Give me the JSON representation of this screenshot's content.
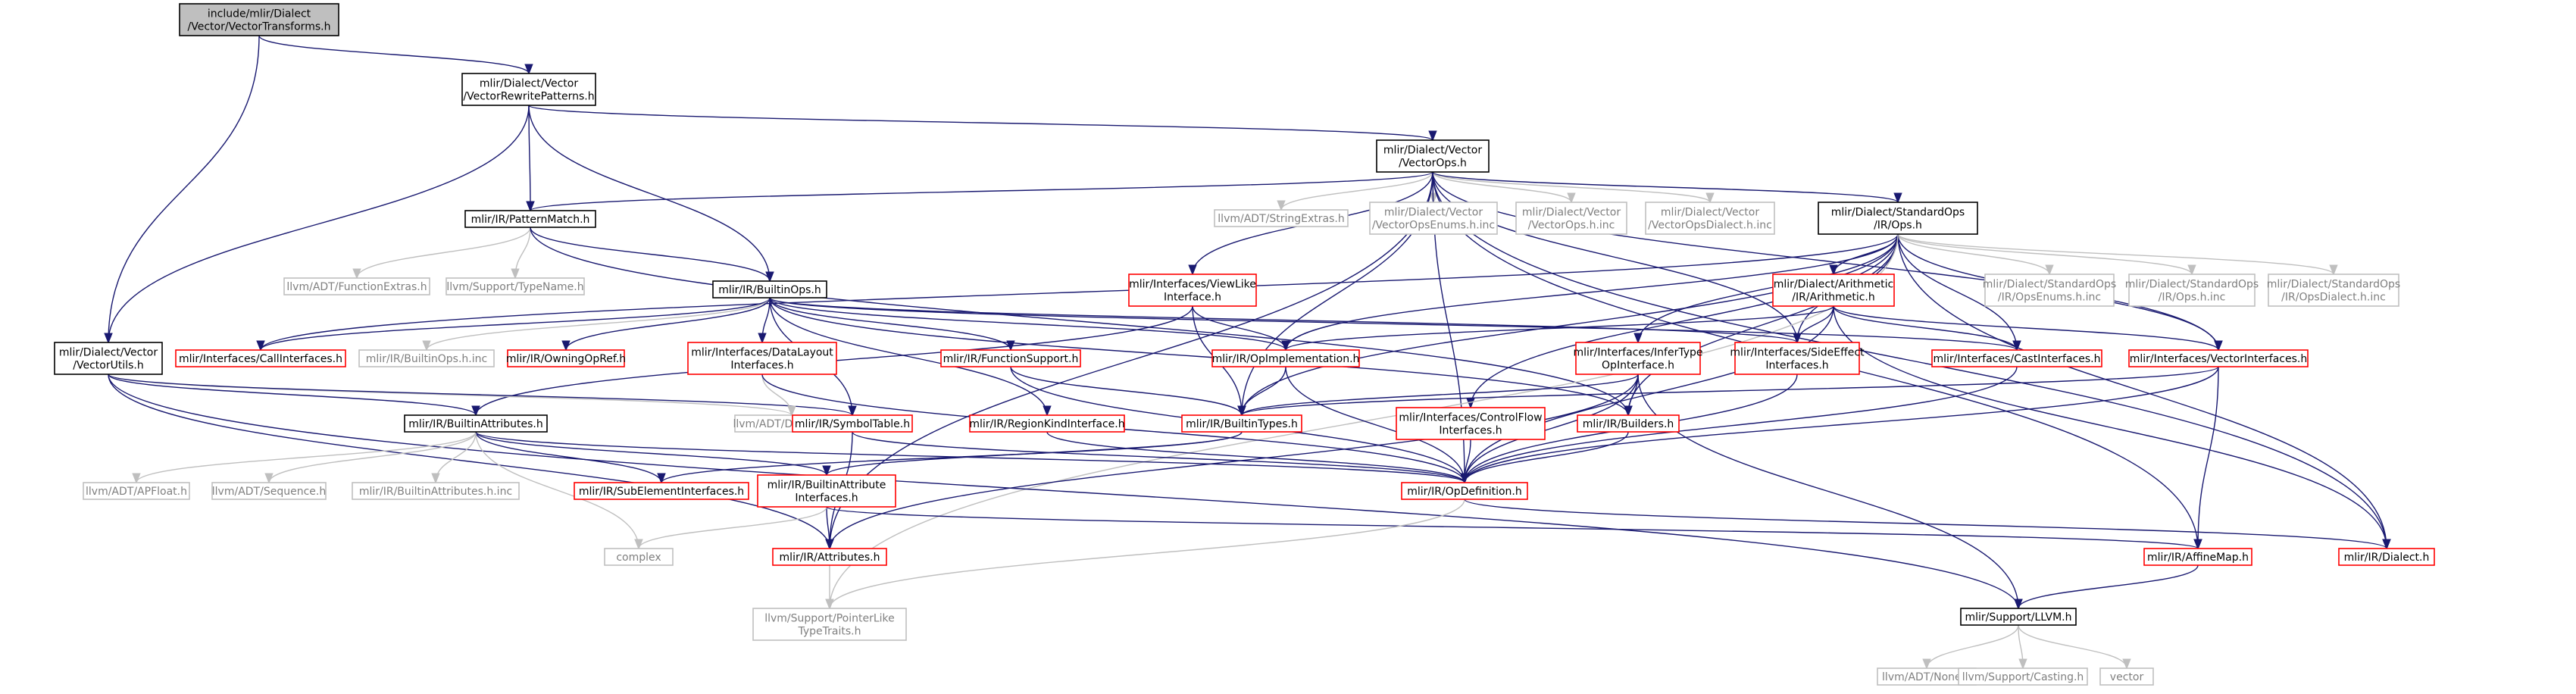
{
  "diagram": {
    "type": "include-dependency-graph",
    "nodes": [
      {
        "id": "root",
        "lines": [
          "include/mlir/Dialect",
          "/Vector/VectorTransforms.h"
        ],
        "style": "root"
      },
      {
        "id": "rewrite",
        "lines": [
          "mlir/Dialect/Vector",
          "/VectorRewritePatterns.h"
        ],
        "style": "black"
      },
      {
        "id": "vectorops",
        "lines": [
          "mlir/Dialect/Vector",
          "/VectorOps.h"
        ],
        "style": "black"
      },
      {
        "id": "patternmatch",
        "lines": [
          "mlir/IR/PatternMatch.h"
        ],
        "style": "black"
      },
      {
        "id": "stringextras",
        "lines": [
          "llvm/ADT/StringExtras.h"
        ],
        "style": "gray"
      },
      {
        "id": "vopsenums",
        "lines": [
          "mlir/Dialect/Vector",
          "/VectorOpsEnums.h.inc"
        ],
        "style": "gray"
      },
      {
        "id": "vopshinc",
        "lines": [
          "mlir/Dialect/Vector",
          "/VectorOps.h.inc"
        ],
        "style": "gray"
      },
      {
        "id": "vopsdialect",
        "lines": [
          "mlir/Dialect/Vector",
          "/VectorOpsDialect.h.inc"
        ],
        "style": "gray"
      },
      {
        "id": "stdops",
        "lines": [
          "mlir/Dialect/StandardOps",
          "/IR/Ops.h"
        ],
        "style": "black"
      },
      {
        "id": "funcextras",
        "lines": [
          "llvm/ADT/FunctionExtras.h"
        ],
        "style": "gray"
      },
      {
        "id": "typename",
        "lines": [
          "llvm/Support/TypeName.h"
        ],
        "style": "gray"
      },
      {
        "id": "builtinops",
        "lines": [
          "mlir/IR/BuiltinOps.h"
        ],
        "style": "black"
      },
      {
        "id": "viewlike",
        "lines": [
          "mlir/Interfaces/ViewLike",
          "Interface.h"
        ],
        "style": "red"
      },
      {
        "id": "arith",
        "lines": [
          "mlir/Dialect/Arithmetic",
          "/IR/Arithmetic.h"
        ],
        "style": "red"
      },
      {
        "id": "stdenums",
        "lines": [
          "mlir/Dialect/StandardOps",
          "/IR/OpsEnums.h.inc"
        ],
        "style": "gray"
      },
      {
        "id": "stdopshinc",
        "lines": [
          "mlir/Dialect/StandardOps",
          "/IR/Ops.h.inc"
        ],
        "style": "gray"
      },
      {
        "id": "stddialect",
        "lines": [
          "mlir/Dialect/StandardOps",
          "/IR/OpsDialect.h.inc"
        ],
        "style": "gray"
      },
      {
        "id": "vectorutils",
        "lines": [
          "mlir/Dialect/Vector",
          "/VectorUtils.h"
        ],
        "style": "black"
      },
      {
        "id": "callif",
        "lines": [
          "mlir/Interfaces/CallInterfaces.h"
        ],
        "style": "red"
      },
      {
        "id": "builtinopsinc",
        "lines": [
          "mlir/IR/BuiltinOps.h.inc"
        ],
        "style": "gray"
      },
      {
        "id": "owningop",
        "lines": [
          "mlir/IR/OwningOpRef.h"
        ],
        "style": "red"
      },
      {
        "id": "datalayout",
        "lines": [
          "mlir/Interfaces/DataLayout",
          "Interfaces.h"
        ],
        "style": "red"
      },
      {
        "id": "funcsupport",
        "lines": [
          "mlir/IR/FunctionSupport.h"
        ],
        "style": "red"
      },
      {
        "id": "opimpl",
        "lines": [
          "mlir/IR/OpImplementation.h"
        ],
        "style": "red"
      },
      {
        "id": "infertype",
        "lines": [
          "mlir/Interfaces/InferType",
          "OpInterface.h"
        ],
        "style": "red"
      },
      {
        "id": "sideeffect",
        "lines": [
          "mlir/Interfaces/SideEffect",
          "Interfaces.h"
        ],
        "style": "red"
      },
      {
        "id": "castif",
        "lines": [
          "mlir/Interfaces/CastInterfaces.h"
        ],
        "style": "red"
      },
      {
        "id": "vectorif",
        "lines": [
          "mlir/Interfaces/VectorInterfaces.h"
        ],
        "style": "red"
      },
      {
        "id": "builtinattrs",
        "lines": [
          "mlir/IR/BuiltinAttributes.h"
        ],
        "style": "black"
      },
      {
        "id": "densemap",
        "lines": [
          "llvm/ADT/DenseMap.h"
        ],
        "style": "gray"
      },
      {
        "id": "symboltable",
        "lines": [
          "mlir/IR/SymbolTable.h"
        ],
        "style": "red"
      },
      {
        "id": "regionkind",
        "lines": [
          "mlir/IR/RegionKindInterface.h"
        ],
        "style": "red"
      },
      {
        "id": "builtintypes",
        "lines": [
          "mlir/IR/BuiltinTypes.h"
        ],
        "style": "red"
      },
      {
        "id": "controlflow",
        "lines": [
          "mlir/Interfaces/ControlFlow",
          "Interfaces.h"
        ],
        "style": "red"
      },
      {
        "id": "builders",
        "lines": [
          "mlir/IR/Builders.h"
        ],
        "style": "red"
      },
      {
        "id": "apfloat",
        "lines": [
          "llvm/ADT/APFloat.h"
        ],
        "style": "gray"
      },
      {
        "id": "sequence",
        "lines": [
          "llvm/ADT/Sequence.h"
        ],
        "style": "gray"
      },
      {
        "id": "battrsinc",
        "lines": [
          "mlir/IR/BuiltinAttributes.h.inc"
        ],
        "style": "gray"
      },
      {
        "id": "subelem",
        "lines": [
          "mlir/IR/SubElementInterfaces.h"
        ],
        "style": "red"
      },
      {
        "id": "battrif",
        "lines": [
          "mlir/IR/BuiltinAttribute",
          "Interfaces.h"
        ],
        "style": "red"
      },
      {
        "id": "opdef",
        "lines": [
          "mlir/IR/OpDefinition.h"
        ],
        "style": "red"
      },
      {
        "id": "complex",
        "lines": [
          "complex"
        ],
        "style": "gray"
      },
      {
        "id": "attributes",
        "lines": [
          "mlir/IR/Attributes.h"
        ],
        "style": "red"
      },
      {
        "id": "affinemap",
        "lines": [
          "mlir/IR/AffineMap.h"
        ],
        "style": "red"
      },
      {
        "id": "dialect",
        "lines": [
          "mlir/IR/Dialect.h"
        ],
        "style": "red"
      },
      {
        "id": "pointerlike",
        "lines": [
          "llvm/Support/PointerLike",
          "TypeTraits.h"
        ],
        "style": "gray"
      },
      {
        "id": "llvmh",
        "lines": [
          "mlir/Support/LLVM.h"
        ],
        "style": "black"
      },
      {
        "id": "none",
        "lines": [
          "llvm/ADT/None.h"
        ],
        "style": "gray"
      },
      {
        "id": "casting",
        "lines": [
          "llvm/Support/Casting.h"
        ],
        "style": "gray"
      },
      {
        "id": "vector",
        "lines": [
          "vector"
        ],
        "style": "gray"
      }
    ],
    "edges": [
      [
        "root",
        "rewrite"
      ],
      [
        "root",
        "vectorutils"
      ],
      [
        "rewrite",
        "vectorops"
      ],
      [
        "rewrite",
        "patternmatch"
      ],
      [
        "rewrite",
        "builtinops"
      ],
      [
        "rewrite",
        "vectorutils"
      ],
      [
        "vectorops",
        "patternmatch"
      ],
      [
        "vectorops",
        "stringextras"
      ],
      [
        "vectorops",
        "vopsenums"
      ],
      [
        "vectorops",
        "vopshinc"
      ],
      [
        "vectorops",
        "vopsdialect"
      ],
      [
        "vectorops",
        "stdops"
      ],
      [
        "vectorops",
        "viewlike"
      ],
      [
        "vectorops",
        "vectorif"
      ],
      [
        "vectorops",
        "affinemap"
      ],
      [
        "vectorops",
        "dialect"
      ],
      [
        "vectorops",
        "opdef"
      ],
      [
        "vectorops",
        "builtintypes"
      ],
      [
        "vectorops",
        "attributes"
      ],
      [
        "vectorops",
        "sideeffect"
      ],
      [
        "patternmatch",
        "funcextras"
      ],
      [
        "patternmatch",
        "typename"
      ],
      [
        "patternmatch",
        "builtinops"
      ],
      [
        "patternmatch",
        "builders"
      ],
      [
        "stdops",
        "stdenums"
      ],
      [
        "stdops",
        "stdopshinc"
      ],
      [
        "stdops",
        "stddialect"
      ],
      [
        "stdops",
        "arith"
      ],
      [
        "stdops",
        "infertype"
      ],
      [
        "stdops",
        "sideeffect"
      ],
      [
        "stdops",
        "castif"
      ],
      [
        "stdops",
        "vectorif"
      ],
      [
        "stdops",
        "controlflow"
      ],
      [
        "stdops",
        "builders"
      ],
      [
        "stdops",
        "builtintypes"
      ],
      [
        "stdops",
        "opimpl"
      ],
      [
        "stdops",
        "dialect"
      ],
      [
        "stdops",
        "callif"
      ],
      [
        "stdops",
        "pointerlike"
      ],
      [
        "builtinops",
        "callif"
      ],
      [
        "builtinops",
        "builtinopsinc"
      ],
      [
        "builtinops",
        "owningop"
      ],
      [
        "builtinops",
        "datalayout"
      ],
      [
        "builtinops",
        "funcsupport"
      ],
      [
        "builtinops",
        "regionkind"
      ],
      [
        "builtinops",
        "symboltable"
      ],
      [
        "builtinops",
        "opimpl"
      ],
      [
        "builtinops",
        "castif"
      ],
      [
        "builtinops",
        "builders"
      ],
      [
        "builtinops",
        "sideeffect"
      ],
      [
        "viewlike",
        "opimpl"
      ],
      [
        "viewlike",
        "builtintypes"
      ],
      [
        "viewlike",
        "builtinattrs"
      ],
      [
        "arith",
        "opimpl"
      ],
      [
        "arith",
        "sideeffect"
      ],
      [
        "arith",
        "castif"
      ],
      [
        "arith",
        "vectorif"
      ],
      [
        "arith",
        "opdef"
      ],
      [
        "arith",
        "dialect"
      ],
      [
        "vectorutils",
        "builtinattrs"
      ],
      [
        "vectorutils",
        "densemap"
      ],
      [
        "vectorutils",
        "symboltable"
      ],
      [
        "vectorutils",
        "llvmh"
      ],
      [
        "vectorutils",
        "attributes"
      ],
      [
        "datalayout",
        "densemap"
      ],
      [
        "datalayout",
        "opdef"
      ],
      [
        "funcsupport",
        "builtintypes"
      ],
      [
        "funcsupport",
        "opdef"
      ],
      [
        "opimpl",
        "builtintypes"
      ],
      [
        "opimpl",
        "opdef"
      ],
      [
        "infertype",
        "builtintypes"
      ],
      [
        "infertype",
        "builders"
      ],
      [
        "infertype",
        "opdef"
      ],
      [
        "infertype",
        "llvmh"
      ],
      [
        "infertype",
        "attributes"
      ],
      [
        "sideeffect",
        "opdef"
      ],
      [
        "castif",
        "opdef"
      ],
      [
        "vectorif",
        "builtintypes"
      ],
      [
        "vectorif",
        "affinemap"
      ],
      [
        "vectorif",
        "opdef"
      ],
      [
        "builtinattrs",
        "apfloat"
      ],
      [
        "builtinattrs",
        "sequence"
      ],
      [
        "builtinattrs",
        "battrsinc"
      ],
      [
        "builtinattrs",
        "subelem"
      ],
      [
        "builtinattrs",
        "battrif"
      ],
      [
        "builtinattrs",
        "complex"
      ],
      [
        "builtinattrs",
        "opdef"
      ],
      [
        "symboltable",
        "attributes"
      ],
      [
        "symboltable",
        "opdef"
      ],
      [
        "regionkind",
        "opdef"
      ],
      [
        "builtintypes",
        "battrif"
      ],
      [
        "builtintypes",
        "subelem"
      ],
      [
        "controlflow",
        "opdef"
      ],
      [
        "builders",
        "opdef"
      ],
      [
        "battrif",
        "attributes"
      ],
      [
        "battrif",
        "complex"
      ],
      [
        "battrif",
        "affinemap"
      ],
      [
        "opdef",
        "dialect"
      ],
      [
        "opdef",
        "pointerlike"
      ],
      [
        "attributes",
        "pointerlike"
      ],
      [
        "affinemap",
        "llvmh"
      ],
      [
        "llvmh",
        "none"
      ],
      [
        "llvmh",
        "casting"
      ],
      [
        "llvmh",
        "vector"
      ]
    ]
  }
}
